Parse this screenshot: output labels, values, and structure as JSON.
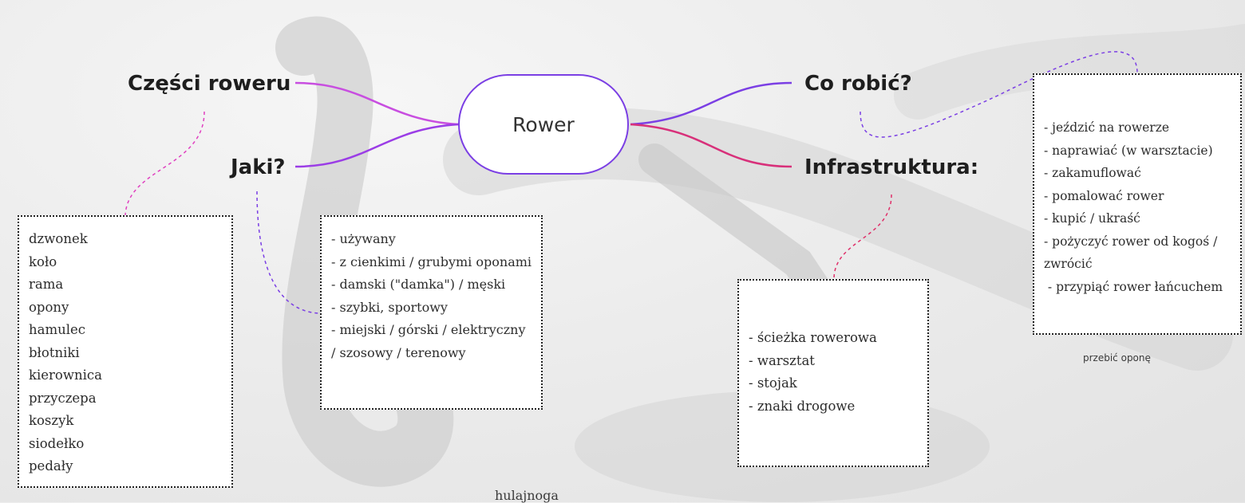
{
  "center": {
    "label": "Rower"
  },
  "branches": {
    "czesci": "Części roweru",
    "jaki": "Jaki?",
    "co_robic": "Co robić?",
    "infrastruktura": "Infrastruktura:"
  },
  "notes": {
    "czesci_items": [
      "dzwonek",
      "koło",
      "rama",
      "opony",
      "hamulec",
      "błotniki",
      "kierownica",
      "przyczepa",
      "koszyk",
      "siodełko",
      "pedały"
    ],
    "jaki_items": [
      "- używany",
      "- z cienkimi / grubymi oponami",
      "- damski (\"damka\") / męski",
      "- szybki, sportowy",
      "- miejski / górski / elektryczny / szosowy / terenowy"
    ],
    "co_robic_items": [
      "- jeździć na rowerze",
      "- naprawiać (w warsztacie)",
      "- zakamuflować",
      "- pomalować rower",
      "- kupić / ukraść",
      "- pożyczyć rower od kogoś / zwrócić",
      " - przypiąć rower łańcuchem"
    ],
    "infrastruktura_items": [
      "- ścieżka rowerowa",
      "- warsztat",
      "- stojak",
      "- znaki drogowe"
    ]
  },
  "floating": {
    "hulajnoga": "hulajnoga",
    "przebic_opone": "przebić oponę"
  },
  "colors": {
    "center_border": "#7b3fe4",
    "branch_left": "#c84ee0",
    "branch_right_top": "#7b3fe4",
    "branch_right_bottom": "#d8307a",
    "dashed_pink": "#e040c0",
    "dashed_purple": "#7b3fe4",
    "dashed_red": "#e0306a"
  }
}
